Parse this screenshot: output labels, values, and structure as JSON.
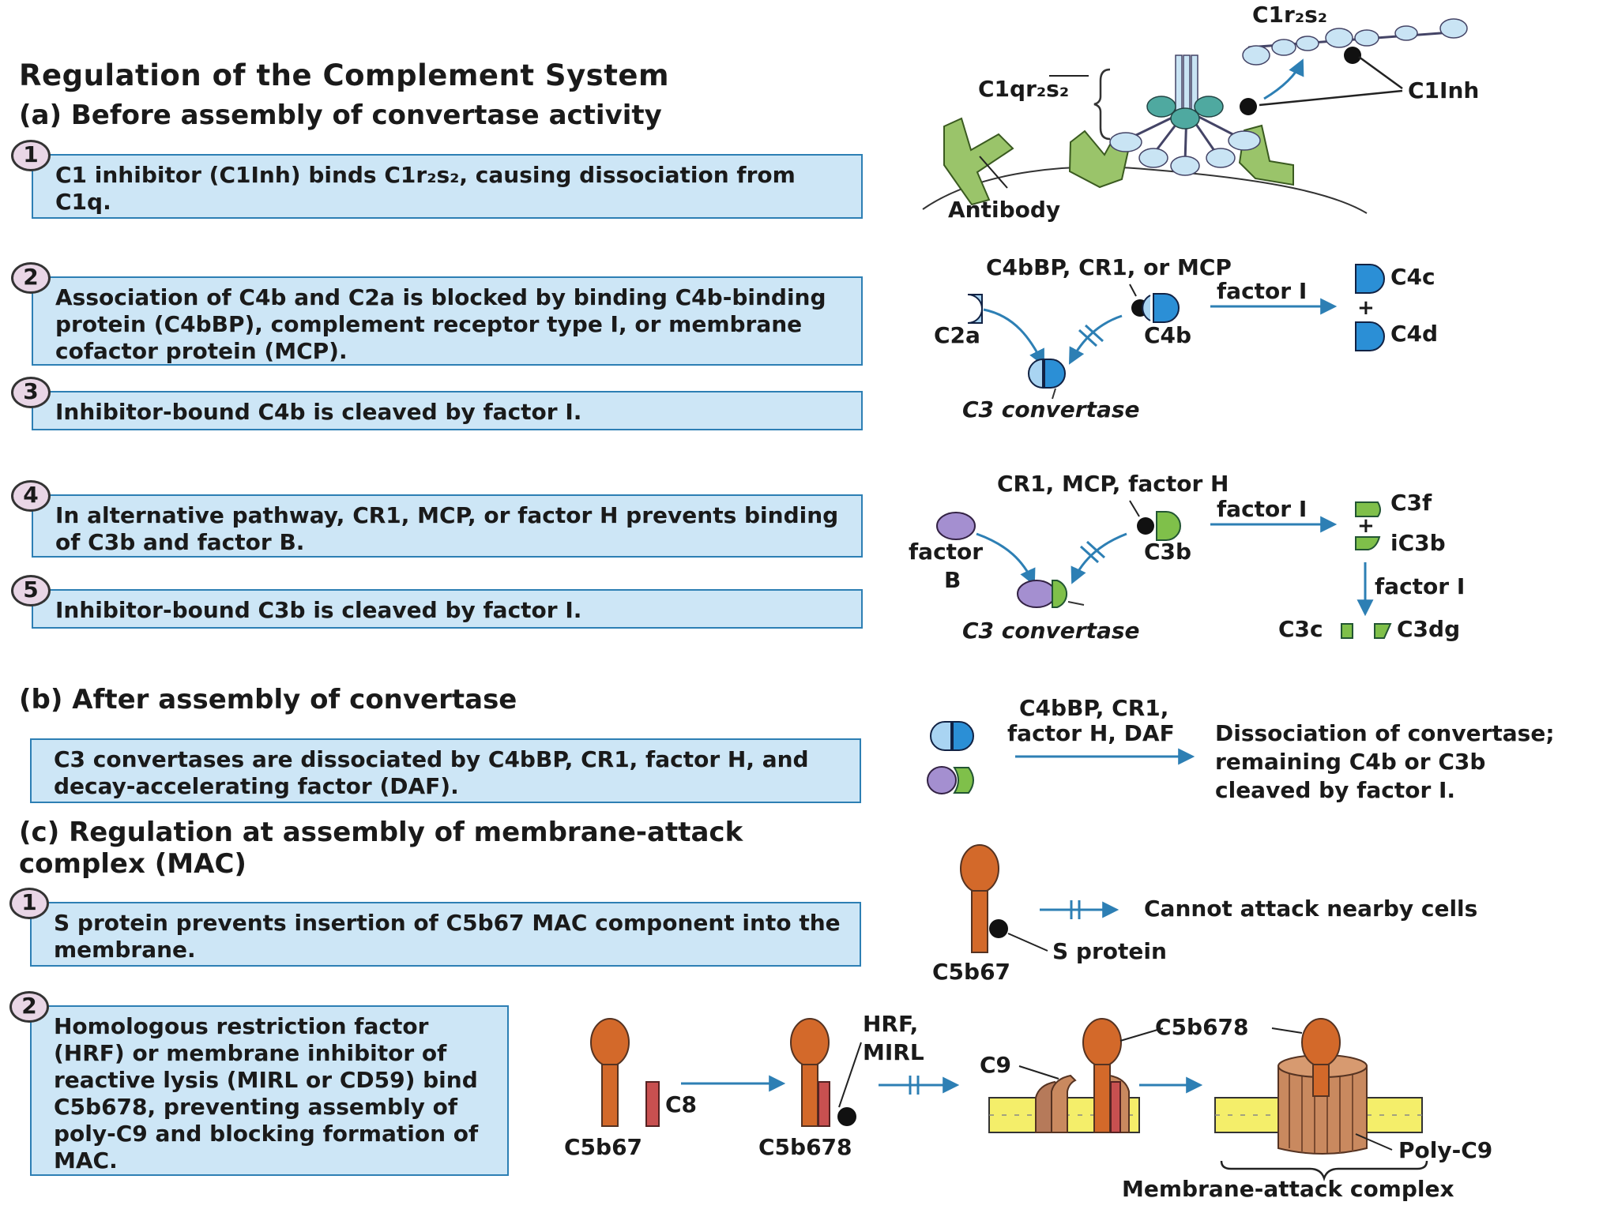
{
  "title": "Regulation of the Complement System",
  "section_a": "(a) Before assembly of convertase activity",
  "section_b": "(b) After assembly of convertase",
  "section_c_line1": "(c) Regulation at assembly of membrane-attack",
  "section_c_line2": "complex (MAC)",
  "steps": {
    "a1": {
      "num": "1",
      "text": "C1 inhibitor (C1Inh) binds C1r₂s₂, causing dissociation from C1q."
    },
    "a2": {
      "num": "2",
      "text": "Association of C4b and C2a is blocked by binding C4b-binding protein (C4bBP), complement receptor type I, or membrane cofactor protein (MCP)."
    },
    "a3": {
      "num": "3",
      "text": "Inhibitor-bound C4b is cleaved by factor I."
    },
    "a4": {
      "num": "4",
      "text": "In alternative pathway, CR1, MCP, or factor H prevents binding of C3b and factor B."
    },
    "a5": {
      "num": "5",
      "text": "Inhibitor-bound C3b is cleaved by factor I."
    },
    "b1": {
      "text": "C3 convertases are dissociated by C4bBP, CR1, factor H, and decay-accelerating factor (DAF)."
    },
    "c1": {
      "num": "1",
      "text": "S protein prevents insertion of C5b67 MAC component into the membrane."
    },
    "c2": {
      "num": "2",
      "text": "Homologous restriction factor (HRF) or membrane inhibitor of reactive lysis (MIRL or CD59) bind C5b678, preventing assembly of poly-C9 and blocking formation of MAC."
    }
  },
  "labels": {
    "c1r2s2": "C1r₂s₂",
    "c1qr2s2": "C1qr₂s₂",
    "c1inh": "C1Inh",
    "antibody": "Antibody",
    "c4bbp_cr1_mcp": "C4bBP, CR1, or MCP",
    "factor_i": "factor I",
    "c4c": "C4c",
    "plus": "+",
    "c4d": "C4d",
    "c2a": "C2a",
    "c4b": "C4b",
    "c3_convertase": "C3 convertase",
    "cr1_mcp_factorh": "CR1, MCP, factor H",
    "c3f": "C3f",
    "ic3b": "iC3b",
    "factor_b_1": "factor",
    "factor_b_2": "B",
    "c3b": "C3b",
    "c3c": "C3c",
    "c3dg": "C3dg",
    "dissoc_agents_1": "C4bBP, CR1,",
    "dissoc_agents_2": "factor H, DAF",
    "dissoc_result_1": "Dissociation of convertase;",
    "dissoc_result_2": "remaining C4b or C3b",
    "dissoc_result_3": "cleaved by factor I.",
    "cannot_attack": "Cannot attack nearby cells",
    "s_protein": "S protein",
    "c5b67": "C5b67",
    "c8": "C8",
    "c5b678": "C5b678",
    "hrf": "HRF,",
    "mirl": "MIRL",
    "c9": "C9",
    "poly_c9": "Poly-C9",
    "mac": "Membrane-attack complex"
  },
  "colors": {
    "box_fill": "#cde6f6",
    "box_border": "#2d7fb4",
    "arrow": "#2d7fb4",
    "c4b_blue": "#2b8fd6",
    "c2a_light": "#a9d4f2",
    "c3b_green": "#7fc04a",
    "factorb_purple": "#a48fd0",
    "mac_orange": "#d3692a",
    "c8_red": "#c85050",
    "membrane_yellow": "#f4ee6a",
    "antibody_green": "#9ac46a"
  }
}
